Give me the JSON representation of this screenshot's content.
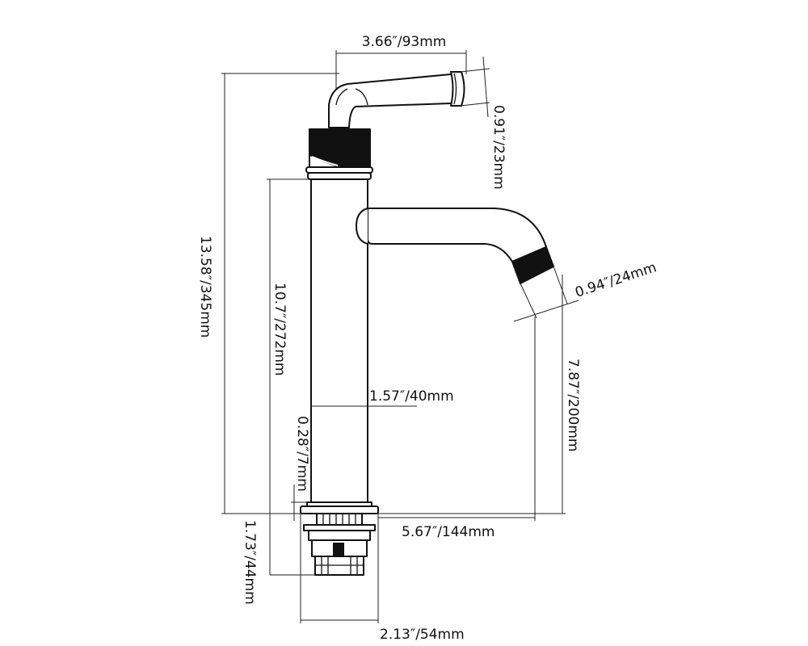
{
  "dimensions": {
    "handle_width": "3.66″/93mm",
    "lever_height": "0.91″/23mm",
    "total_height": "13.58″/345mm",
    "body_height": "10.7″/272mm",
    "aerator_diameter": "0.94″/24mm",
    "spout_height": "7.87″/200mm",
    "body_diameter": "1.57″/40mm",
    "base_thickness": "0.28″/7mm",
    "spout_reach": "5.67″/144mm",
    "shank_length": "1.73″/44mm",
    "base_width": "2.13″/54mm"
  },
  "colors": {
    "line": "#111111",
    "aerator": "#111111",
    "background": "#ffffff"
  }
}
